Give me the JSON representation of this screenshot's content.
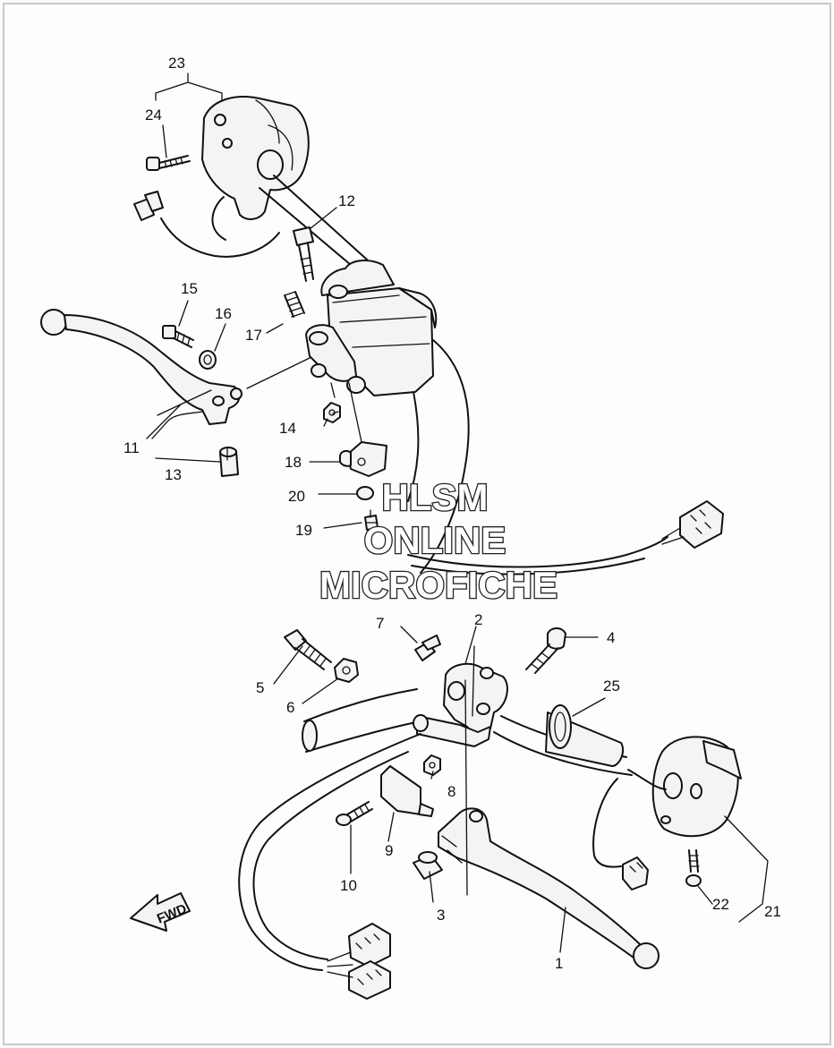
{
  "callouts": [
    {
      "id": "1",
      "label": "1"
    },
    {
      "id": "2",
      "label": "2"
    },
    {
      "id": "3",
      "label": "3"
    },
    {
      "id": "4",
      "label": "4"
    },
    {
      "id": "5",
      "label": "5"
    },
    {
      "id": "6",
      "label": "6"
    },
    {
      "id": "7",
      "label": "7"
    },
    {
      "id": "8",
      "label": "8"
    },
    {
      "id": "9",
      "label": "9"
    },
    {
      "id": "10",
      "label": "10"
    },
    {
      "id": "11",
      "label": "11"
    },
    {
      "id": "12",
      "label": "12"
    },
    {
      "id": "13",
      "label": "13"
    },
    {
      "id": "14",
      "label": "14"
    },
    {
      "id": "15",
      "label": "15"
    },
    {
      "id": "16",
      "label": "16"
    },
    {
      "id": "17",
      "label": "17"
    },
    {
      "id": "18",
      "label": "18"
    },
    {
      "id": "19",
      "label": "19"
    },
    {
      "id": "20",
      "label": "20"
    },
    {
      "id": "21",
      "label": "21"
    },
    {
      "id": "22",
      "label": "22"
    },
    {
      "id": "23",
      "label": "23"
    },
    {
      "id": "24",
      "label": "24"
    },
    {
      "id": "25",
      "label": "25"
    }
  ],
  "watermark": [
    "HLSM",
    "ONLINE",
    "MICROFICHE"
  ],
  "fwd_label": "FWD"
}
